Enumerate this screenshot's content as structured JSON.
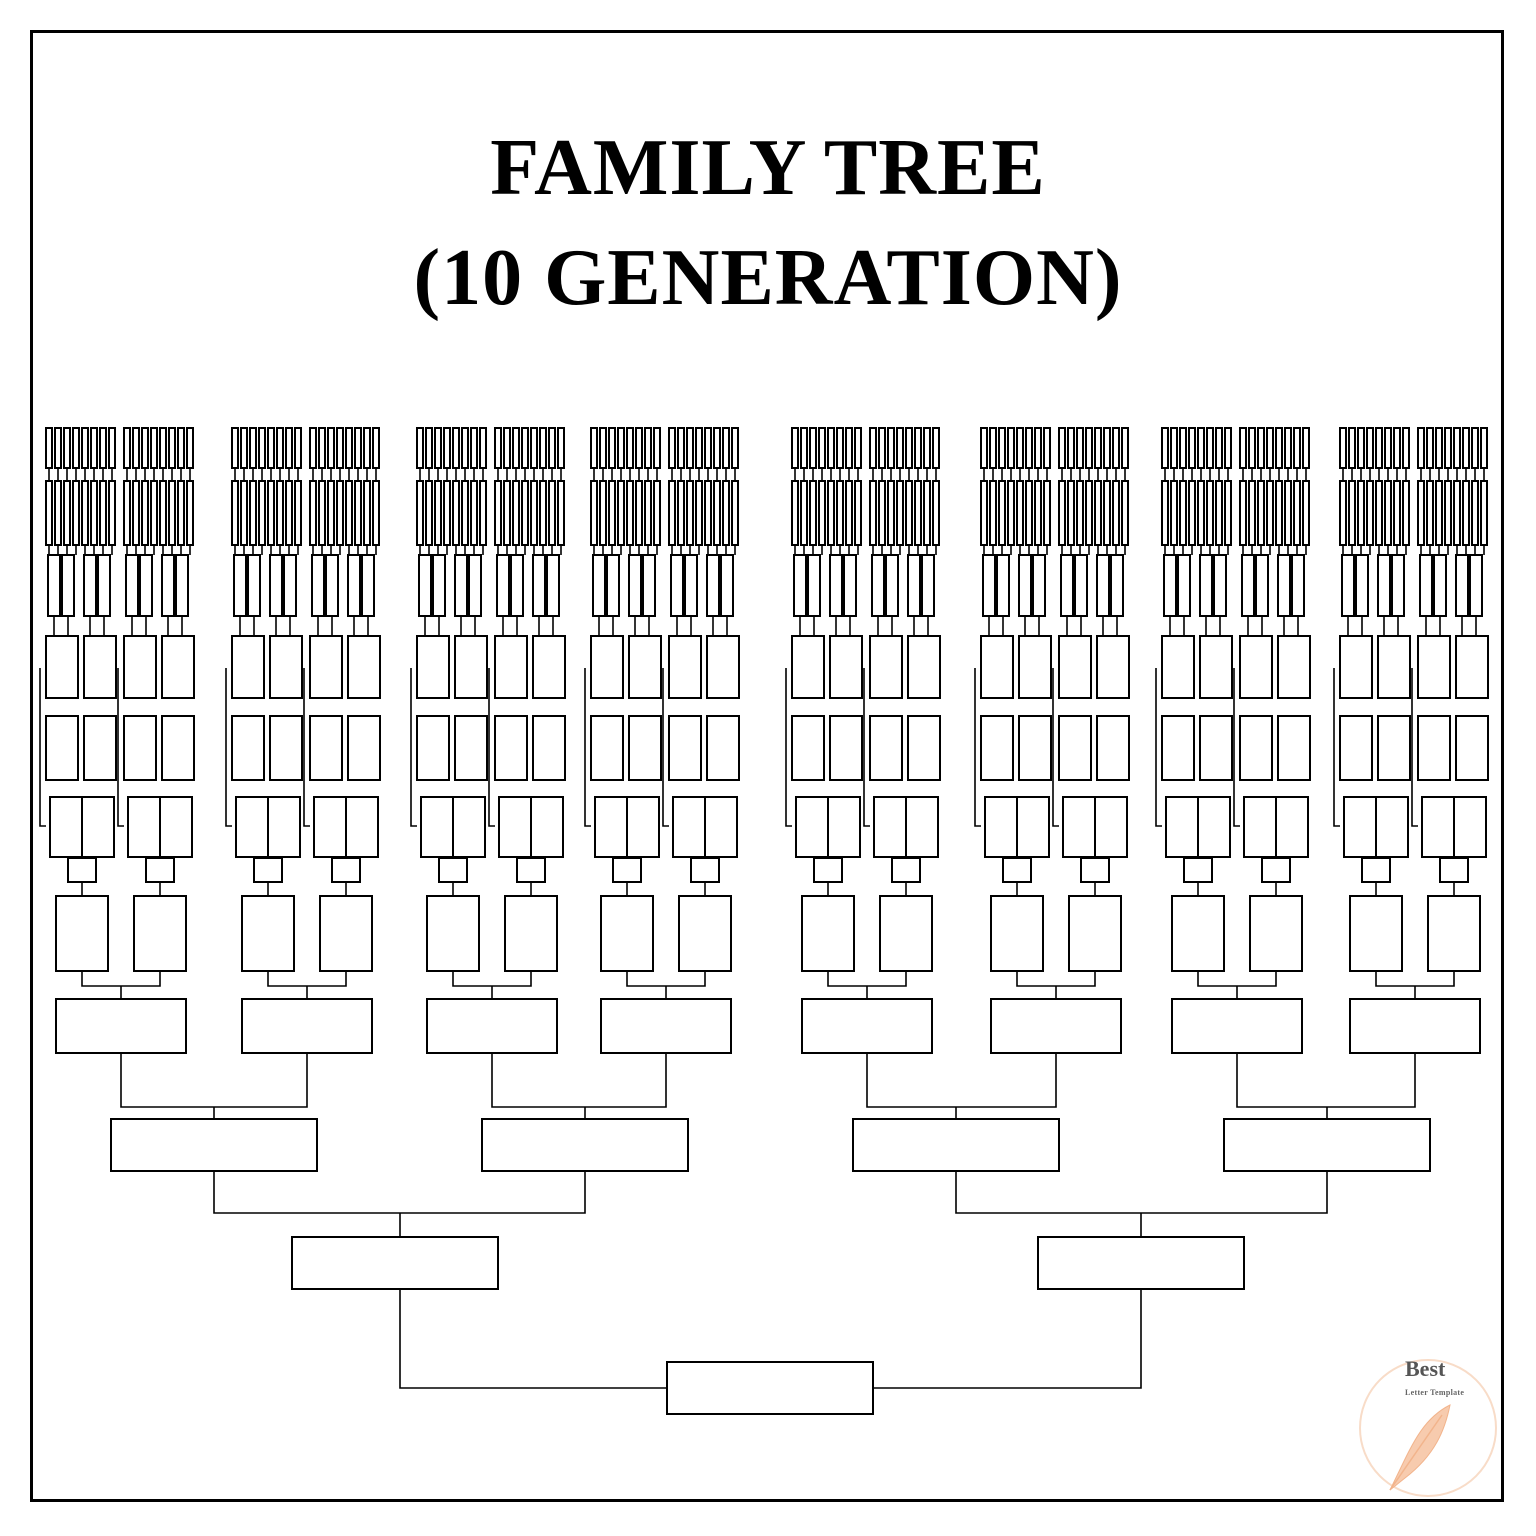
{
  "page": {
    "title_line1": "FAMILY TREE",
    "title_line2": "(10 GENERATION)"
  },
  "tree": {
    "generations": 10,
    "box_stroke_color": "#000000",
    "box_fill_color": "#ffffff"
  },
  "watermark": {
    "name": "Best",
    "tagline": "Letter Template",
    "accent_color": "#f2b48c",
    "icon": "feather-icon"
  }
}
